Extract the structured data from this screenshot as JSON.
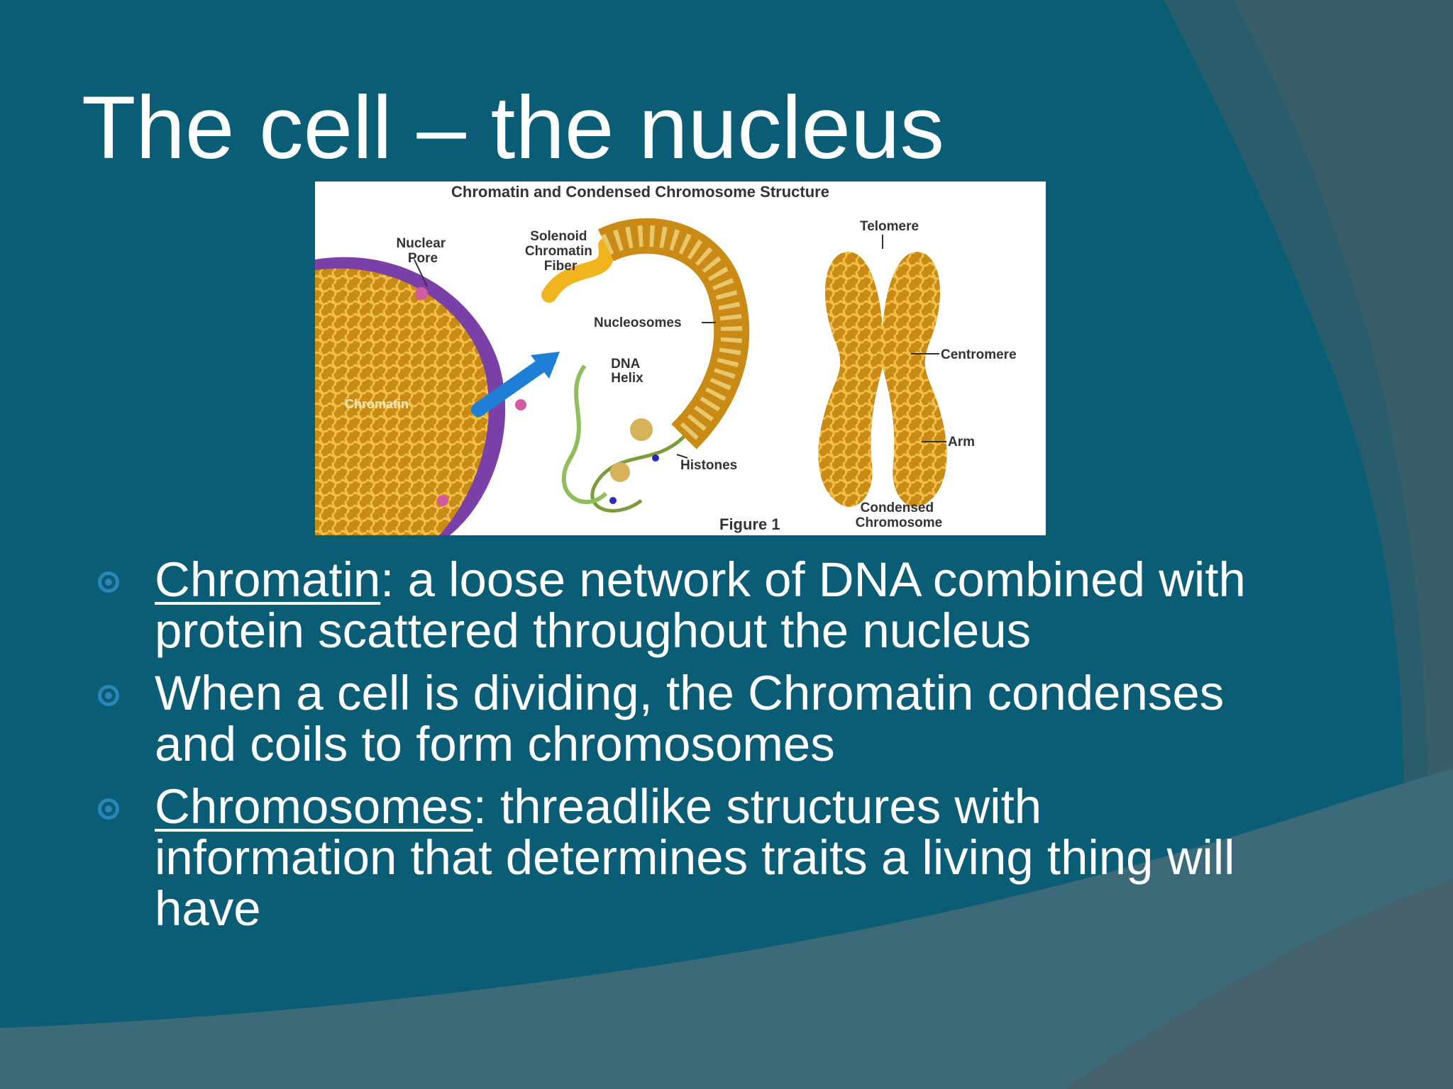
{
  "slide": {
    "title": "The cell – the nucleus",
    "colors": {
      "background": "#0b5d76",
      "bullet": "#2a86b8",
      "text": "#ffffff"
    }
  },
  "figure": {
    "title": "Chromatin and Condensed Chromosome Structure",
    "labels": {
      "nuclear_pore": [
        "Nuclear",
        "Pore"
      ],
      "solenoid": [
        "Solenoid",
        "Chromatin",
        "Fiber"
      ],
      "telomere": "Telomere",
      "nucleosomes": "Nucleosomes",
      "dna_helix": [
        "DNA",
        "Helix"
      ],
      "centromere": "Centromere",
      "chromatin": "Chromatin",
      "arm": "Arm",
      "histones": "Histones",
      "condensed": [
        "Condensed",
        "Chromosome"
      ],
      "caption": "Figure 1"
    }
  },
  "bullets": [
    {
      "term": "Chromatin",
      "text": ": a loose network of DNA combined with protein scattered throughout the nucleus"
    },
    {
      "term": "",
      "text": "When a cell is dividing, the Chromatin condenses and coils to form chromosomes"
    },
    {
      "term": "Chromosomes",
      "text": ": threadlike structures with information that determines traits a living thing will have"
    }
  ]
}
